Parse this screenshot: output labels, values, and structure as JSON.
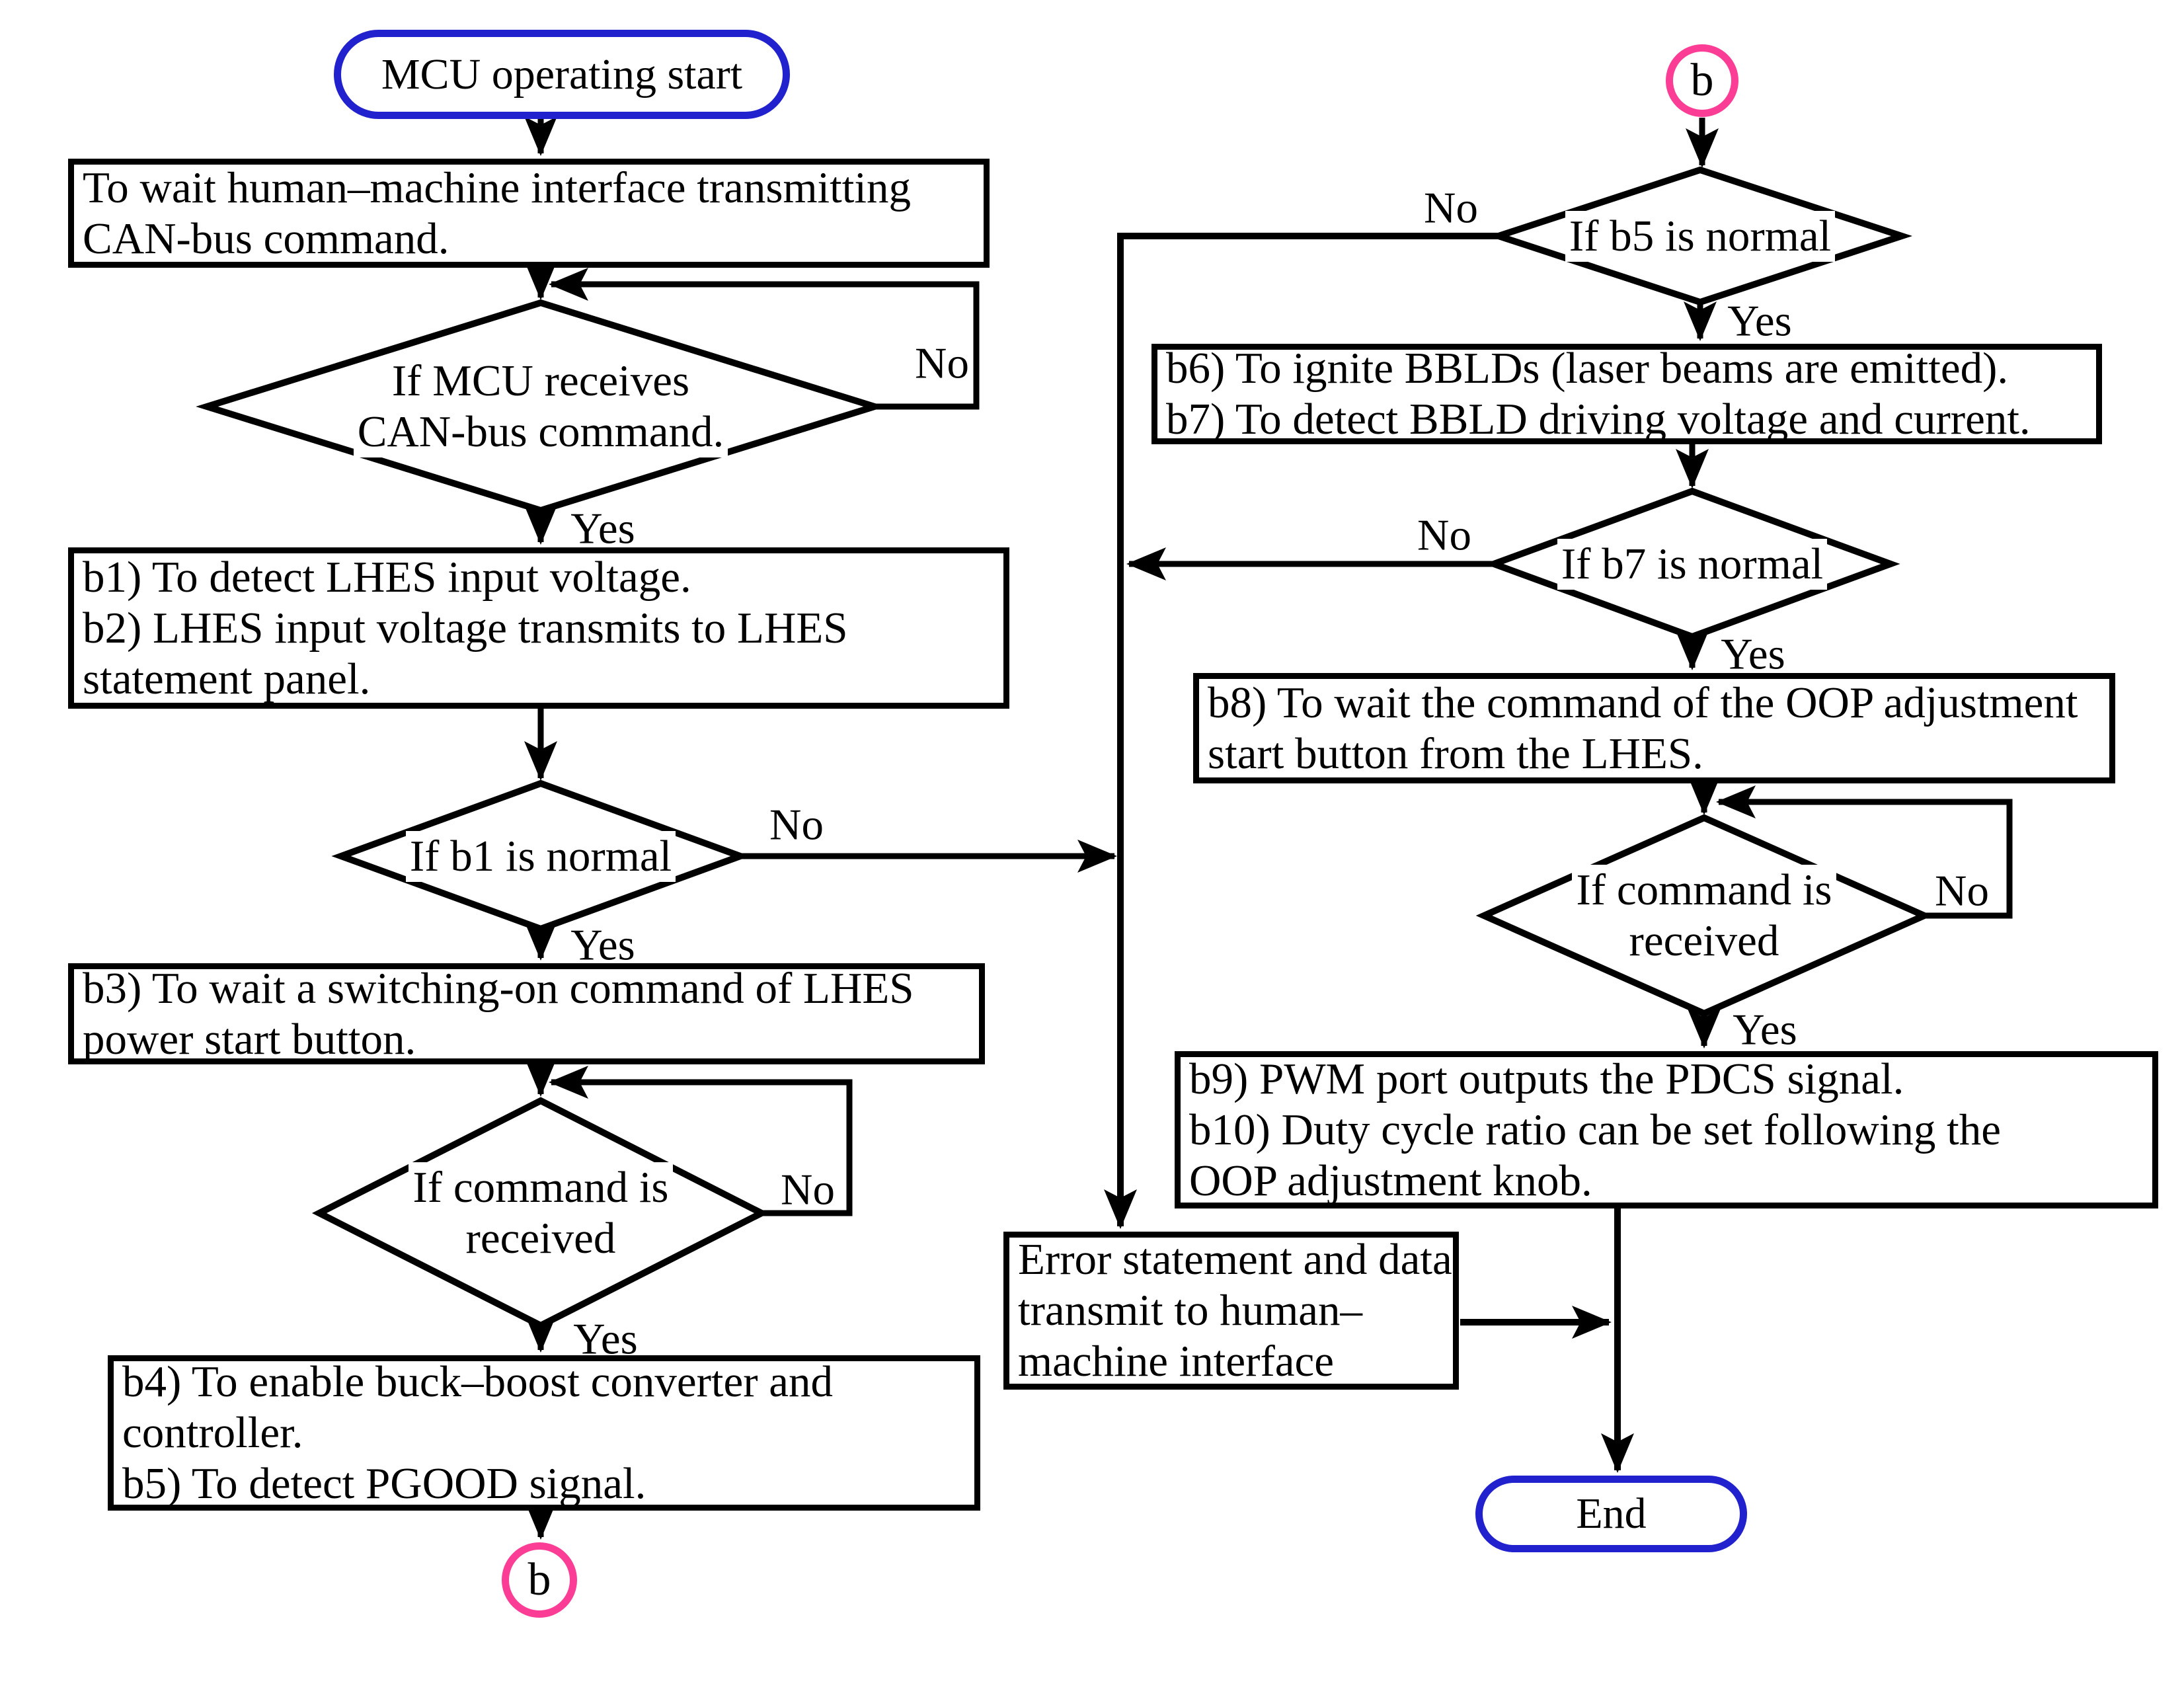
{
  "labels": {
    "yes": "Yes",
    "no": "No"
  },
  "terminators": {
    "start": "MCU operating start",
    "end": "End"
  },
  "connectors": {
    "out": "b",
    "in": "b"
  },
  "colors": {
    "accent_blue": "#2121cd",
    "accent_pink": "#fb3d96",
    "line": "#000000",
    "background": "#ffffff"
  },
  "boxes": {
    "wait_can": {
      "lines": [
        "To wait human–machine interface transmitting",
        "CAN-bus command."
      ]
    },
    "b1_b2": {
      "lines": [
        "b1) To detect LHES input voltage.",
        "b2) LHES input voltage transmits to LHES",
        "statement panel."
      ]
    },
    "b3": {
      "lines": [
        "b3) To wait a switching-on command of LHES",
        "power start button."
      ]
    },
    "b4_b5": {
      "lines": [
        "b4) To enable buck–boost converter and",
        "controller.",
        "b5) To detect PGOOD signal."
      ]
    },
    "b6_b7": {
      "lines": [
        "b6) To ignite BBLDs (laser beams are emitted).",
        "b7) To detect BBLD driving voltage and current."
      ]
    },
    "b8": {
      "lines": [
        "b8) To wait the command of the OOP adjustment",
        "start button from the LHES."
      ]
    },
    "b9_b10": {
      "lines": [
        "b9) PWM port outputs the PDCS signal.",
        "b10) Duty cycle ratio can be set following the",
        "OOP adjustment knob."
      ]
    },
    "error": {
      "lines": [
        "Error statement and data",
        "transmit to human–",
        "machine interface"
      ]
    }
  },
  "decisions": {
    "if_mcu": {
      "lines": [
        "If MCU receives",
        "CAN-bus command."
      ]
    },
    "if_b1": {
      "lines": [
        "If b1 is normal"
      ]
    },
    "if_cmd_lhes": {
      "lines": [
        "If command is",
        "received"
      ]
    },
    "if_b5": {
      "lines": [
        "If b5 is normal"
      ]
    },
    "if_b7": {
      "lines": [
        "If b7 is normal"
      ]
    },
    "if_cmd_oop": {
      "lines": [
        "If command is",
        "received"
      ]
    }
  }
}
